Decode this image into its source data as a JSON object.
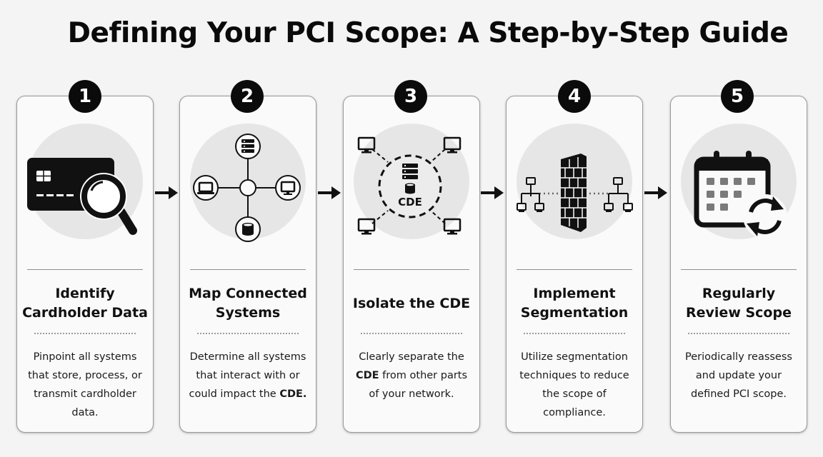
{
  "title": "Defining Your PCI Scope: A Step-by-Step Guide",
  "steps": [
    {
      "number": "1",
      "heading": "Identify\nCardholder Data",
      "icon": "credit-card-magnifier-icon",
      "desc": [
        {
          "t": "Pinpoint all systems"
        },
        {
          "t": "that store, process, or"
        },
        {
          "t": "transmit cardholder data."
        }
      ]
    },
    {
      "number": "2",
      "heading": "Map Connected\nSystems",
      "icon": "connected-network-icon",
      "desc": [
        {
          "t": "Determine all systems"
        },
        {
          "t": "that interact with or"
        },
        {
          "t": "could impact the ",
          "b": "CDE."
        }
      ]
    },
    {
      "number": "3",
      "heading": "Isolate the CDE",
      "icon": "isolated-cde-icon",
      "cde_label": "CDE",
      "desc": [
        {
          "t": "Clearly separate the"
        },
        {
          "b": "CDE",
          "t2": " from other parts"
        },
        {
          "t": "of your network."
        }
      ]
    },
    {
      "number": "4",
      "heading": "Implement\nSegmentation",
      "icon": "firewall-segmentation-icon",
      "desc": [
        {
          "t": "Utilize segmentation"
        },
        {
          "t": "techniques to reduce"
        },
        {
          "t": "the scope of compliance."
        }
      ]
    },
    {
      "number": "5",
      "heading": "Regularly\nReview Scope",
      "icon": "calendar-refresh-icon",
      "desc": [
        {
          "t": "Periodically reassess"
        },
        {
          "t": "and update your"
        },
        {
          "t": "defined PCI scope."
        }
      ]
    }
  ]
}
